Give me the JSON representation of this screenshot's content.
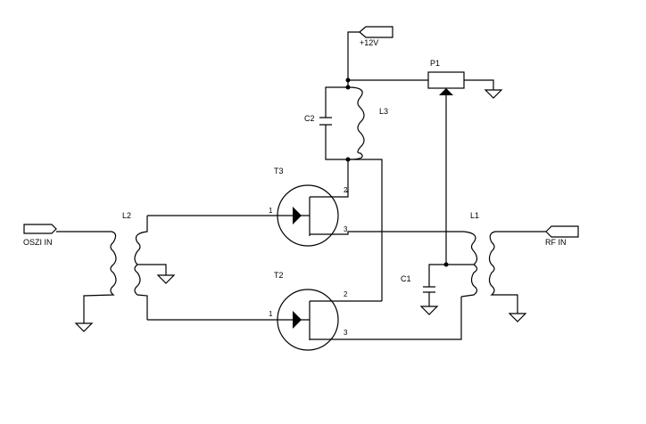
{
  "diagram": {
    "type": "circuit-schematic",
    "ports": {
      "vcc": "+12V",
      "oszi_in": "OSZI IN",
      "rf_in": "RF IN"
    },
    "components": {
      "p1": "P1",
      "c1": "C1",
      "c2": "C2",
      "l1": "L1",
      "l2": "L2",
      "l3": "L3",
      "t2": "T2",
      "t3": "T3"
    },
    "pins": {
      "t3_1": "1",
      "t3_2": "2",
      "t3_3": "3",
      "t2_1": "1",
      "t2_2": "2",
      "t2_3": "3"
    },
    "colors": {
      "ink": "#000000",
      "background": "#ffffff"
    }
  }
}
